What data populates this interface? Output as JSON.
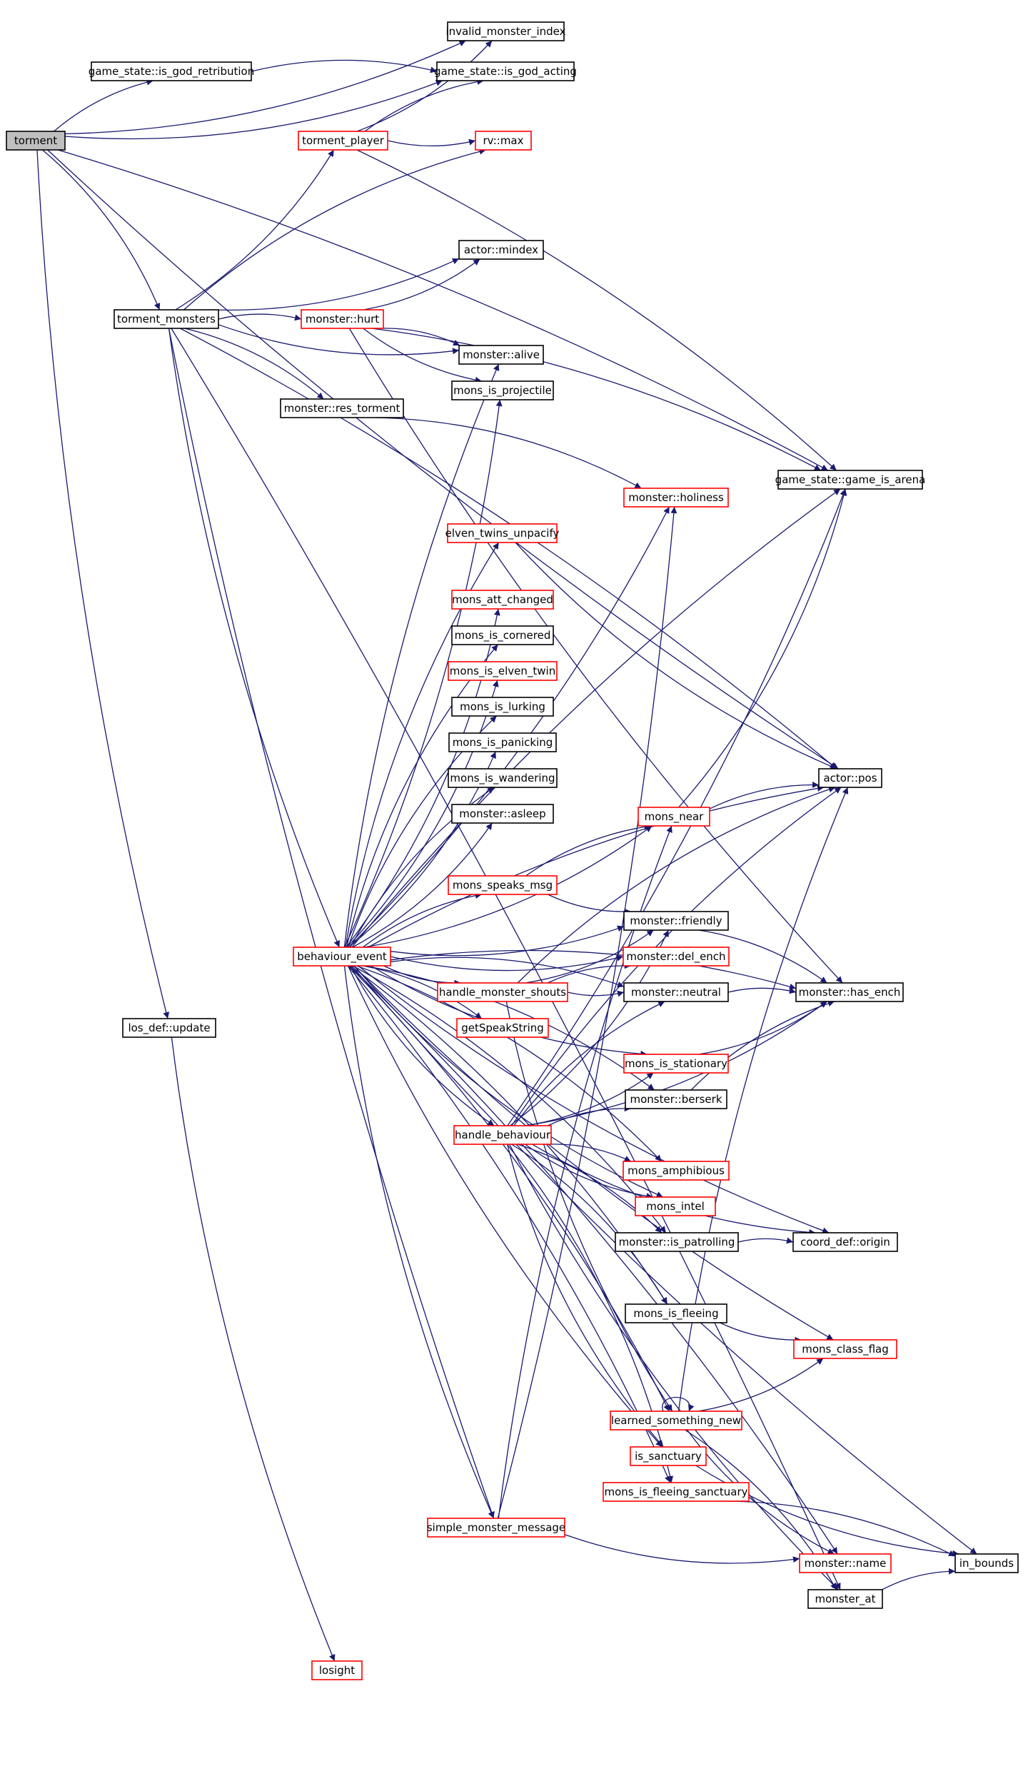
{
  "colors": {
    "edge": "#191970",
    "border_normal": "#000000",
    "border_link": "#ff0000",
    "fill_root": "#bfbfbf",
    "fill_node": "#ffffff"
  },
  "nodes": [
    {
      "id": "torment",
      "label": "torment",
      "kind": "root"
    },
    {
      "id": "invalid_monster_index",
      "label": "invalid_monster_index",
      "kind": "normal"
    },
    {
      "id": "gs_is_god_retribution",
      "label": "game_state::is_god_retribution",
      "kind": "normal"
    },
    {
      "id": "gs_is_god_acting",
      "label": "game_state::is_god_acting",
      "kind": "normal"
    },
    {
      "id": "torment_player",
      "label": "torment_player",
      "kind": "link"
    },
    {
      "id": "rv_max",
      "label": "rv::max",
      "kind": "link"
    },
    {
      "id": "actor_mindex",
      "label": "actor::mindex",
      "kind": "normal"
    },
    {
      "id": "torment_monsters",
      "label": "torment_monsters",
      "kind": "normal"
    },
    {
      "id": "monster_hurt",
      "label": "monster::hurt",
      "kind": "link"
    },
    {
      "id": "monster_alive",
      "label": "monster::alive",
      "kind": "normal"
    },
    {
      "id": "mons_is_projectile",
      "label": "mons_is_projectile",
      "kind": "normal"
    },
    {
      "id": "monster_res_torment",
      "label": "monster::res_torment",
      "kind": "normal"
    },
    {
      "id": "gs_game_is_arena",
      "label": "game_state::game_is_arena",
      "kind": "normal"
    },
    {
      "id": "monster_holiness",
      "label": "monster::holiness",
      "kind": "link"
    },
    {
      "id": "elven_twins_unpacify",
      "label": "elven_twins_unpacify",
      "kind": "link"
    },
    {
      "id": "mons_att_changed",
      "label": "mons_att_changed",
      "kind": "link"
    },
    {
      "id": "mons_is_cornered",
      "label": "mons_is_cornered",
      "kind": "normal"
    },
    {
      "id": "mons_is_elven_twin",
      "label": "mons_is_elven_twin",
      "kind": "link"
    },
    {
      "id": "mons_is_lurking",
      "label": "mons_is_lurking",
      "kind": "normal"
    },
    {
      "id": "mons_is_panicking",
      "label": "mons_is_panicking",
      "kind": "normal"
    },
    {
      "id": "mons_is_wandering",
      "label": "mons_is_wandering",
      "kind": "normal"
    },
    {
      "id": "actor_pos",
      "label": "actor::pos",
      "kind": "normal"
    },
    {
      "id": "monster_asleep",
      "label": "monster::asleep",
      "kind": "normal"
    },
    {
      "id": "mons_near",
      "label": "mons_near",
      "kind": "link"
    },
    {
      "id": "mons_speaks_msg",
      "label": "mons_speaks_msg",
      "kind": "link"
    },
    {
      "id": "monster_friendly",
      "label": "monster::friendly",
      "kind": "normal"
    },
    {
      "id": "behaviour_event",
      "label": "behaviour_event",
      "kind": "link"
    },
    {
      "id": "monster_del_ench",
      "label": "monster::del_ench",
      "kind": "link"
    },
    {
      "id": "handle_monster_shouts",
      "label": "handle_monster_shouts",
      "kind": "link"
    },
    {
      "id": "monster_neutral",
      "label": "monster::neutral",
      "kind": "normal"
    },
    {
      "id": "monster_has_ench",
      "label": "monster::has_ench",
      "kind": "normal"
    },
    {
      "id": "los_def_update",
      "label": "los_def::update",
      "kind": "normal"
    },
    {
      "id": "getSpeakString",
      "label": "getSpeakString",
      "kind": "link"
    },
    {
      "id": "mons_is_stationary",
      "label": "mons_is_stationary",
      "kind": "link"
    },
    {
      "id": "monster_berserk",
      "label": "monster::berserk",
      "kind": "normal"
    },
    {
      "id": "handle_behaviour",
      "label": "handle_behaviour",
      "kind": "link"
    },
    {
      "id": "mons_amphibious",
      "label": "mons_amphibious",
      "kind": "link"
    },
    {
      "id": "mons_intel",
      "label": "mons_intel",
      "kind": "link"
    },
    {
      "id": "monster_is_patrolling",
      "label": "monster::is_patrolling",
      "kind": "normal"
    },
    {
      "id": "coord_def_origin",
      "label": "coord_def::origin",
      "kind": "normal"
    },
    {
      "id": "mons_is_fleeing",
      "label": "mons_is_fleeing",
      "kind": "normal"
    },
    {
      "id": "mons_class_flag",
      "label": "mons_class_flag",
      "kind": "link"
    },
    {
      "id": "learned_something_new",
      "label": "learned_something_new",
      "kind": "link"
    },
    {
      "id": "is_sanctuary",
      "label": "is_sanctuary",
      "kind": "link"
    },
    {
      "id": "mons_is_fleeing_sanctuary",
      "label": "mons_is_fleeing_sanctuary",
      "kind": "link"
    },
    {
      "id": "simple_monster_message",
      "label": "simple_monster_message",
      "kind": "link"
    },
    {
      "id": "monster_name",
      "label": "monster::name",
      "kind": "link"
    },
    {
      "id": "in_bounds",
      "label": "in_bounds",
      "kind": "normal"
    },
    {
      "id": "monster_at",
      "label": "monster_at",
      "kind": "normal"
    },
    {
      "id": "losight",
      "label": "losight",
      "kind": "link"
    }
  ],
  "edges": [
    [
      "torment",
      "invalid_monster_index"
    ],
    [
      "torment",
      "gs_is_god_retribution"
    ],
    [
      "torment",
      "gs_is_god_acting"
    ],
    [
      "torment",
      "gs_game_is_arena"
    ],
    [
      "torment",
      "actor_pos"
    ],
    [
      "torment",
      "torment_monsters"
    ],
    [
      "torment",
      "los_def_update"
    ],
    [
      "gs_is_god_retribution",
      "gs_is_god_acting"
    ],
    [
      "torment_player",
      "invalid_monster_index"
    ],
    [
      "torment_player",
      "gs_is_god_acting"
    ],
    [
      "torment_player",
      "rv_max"
    ],
    [
      "torment_player",
      "gs_game_is_arena"
    ],
    [
      "torment_monsters",
      "torment_player"
    ],
    [
      "torment_monsters",
      "rv_max"
    ],
    [
      "torment_monsters",
      "actor_mindex"
    ],
    [
      "torment_monsters",
      "monster_hurt"
    ],
    [
      "torment_monsters",
      "monster_alive"
    ],
    [
      "torment_monsters",
      "monster_res_torment"
    ],
    [
      "torment_monsters",
      "behaviour_event"
    ],
    [
      "torment_monsters",
      "actor_pos"
    ],
    [
      "torment_monsters",
      "simple_monster_message"
    ],
    [
      "torment_monsters",
      "monster_at"
    ],
    [
      "monster_hurt",
      "actor_mindex"
    ],
    [
      "monster_hurt",
      "monster_alive"
    ],
    [
      "monster_hurt",
      "mons_is_projectile"
    ],
    [
      "monster_hurt",
      "gs_game_is_arena"
    ],
    [
      "monster_hurt",
      "monster_has_ench"
    ],
    [
      "monster_res_torment",
      "monster_holiness"
    ],
    [
      "elven_twins_unpacify",
      "actor_pos"
    ],
    [
      "behaviour_event",
      "monster_alive"
    ],
    [
      "behaviour_event",
      "mons_is_projectile"
    ],
    [
      "behaviour_event",
      "gs_game_is_arena"
    ],
    [
      "behaviour_event",
      "monster_holiness"
    ],
    [
      "behaviour_event",
      "elven_twins_unpacify"
    ],
    [
      "behaviour_event",
      "mons_att_changed"
    ],
    [
      "behaviour_event",
      "mons_is_cornered"
    ],
    [
      "behaviour_event",
      "mons_is_elven_twin"
    ],
    [
      "behaviour_event",
      "mons_is_lurking"
    ],
    [
      "behaviour_event",
      "mons_is_panicking"
    ],
    [
      "behaviour_event",
      "mons_is_wandering"
    ],
    [
      "behaviour_event",
      "monster_asleep"
    ],
    [
      "behaviour_event",
      "mons_speaks_msg"
    ],
    [
      "behaviour_event",
      "mons_near"
    ],
    [
      "behaviour_event",
      "actor_pos"
    ],
    [
      "behaviour_event",
      "monster_friendly"
    ],
    [
      "behaviour_event",
      "monster_has_ench"
    ],
    [
      "behaviour_event",
      "handle_monster_shouts"
    ],
    [
      "behaviour_event",
      "getSpeakString"
    ],
    [
      "behaviour_event",
      "monster_del_ench"
    ],
    [
      "behaviour_event",
      "monster_neutral"
    ],
    [
      "behaviour_event",
      "mons_is_stationary"
    ],
    [
      "behaviour_event",
      "monster_berserk"
    ],
    [
      "behaviour_event",
      "handle_behaviour"
    ],
    [
      "behaviour_event",
      "mons_amphibious"
    ],
    [
      "behaviour_event",
      "mons_intel"
    ],
    [
      "behaviour_event",
      "monster_is_patrolling"
    ],
    [
      "behaviour_event",
      "coord_def_origin"
    ],
    [
      "behaviour_event",
      "mons_is_fleeing"
    ],
    [
      "behaviour_event",
      "mons_class_flag"
    ],
    [
      "behaviour_event",
      "learned_something_new"
    ],
    [
      "behaviour_event",
      "is_sanctuary"
    ],
    [
      "behaviour_event",
      "mons_is_fleeing_sanctuary"
    ],
    [
      "behaviour_event",
      "simple_monster_message"
    ],
    [
      "behaviour_event",
      "monster_name"
    ],
    [
      "behaviour_event",
      "in_bounds"
    ],
    [
      "mons_near",
      "actor_pos"
    ],
    [
      "mons_near",
      "gs_game_is_arena"
    ],
    [
      "mons_speaks_msg",
      "mons_near"
    ],
    [
      "mons_speaks_msg",
      "monster_friendly"
    ],
    [
      "monster_friendly",
      "monster_has_ench"
    ],
    [
      "handle_monster_shouts",
      "monster_friendly"
    ],
    [
      "handle_monster_shouts",
      "monster_del_ench"
    ],
    [
      "handle_monster_shouts",
      "monster_neutral"
    ],
    [
      "handle_monster_shouts",
      "actor_pos"
    ],
    [
      "handle_monster_shouts",
      "learned_something_new"
    ],
    [
      "monster_neutral",
      "monster_has_ench"
    ],
    [
      "mons_is_stationary",
      "monster_has_ench"
    ],
    [
      "monster_berserk",
      "monster_has_ench"
    ],
    [
      "handle_behaviour",
      "monster_friendly"
    ],
    [
      "handle_behaviour",
      "monster_neutral"
    ],
    [
      "handle_behaviour",
      "mons_is_stationary"
    ],
    [
      "handle_behaviour",
      "monster_berserk"
    ],
    [
      "handle_behaviour",
      "monster_has_ench"
    ],
    [
      "handle_behaviour",
      "actor_pos"
    ],
    [
      "handle_behaviour",
      "gs_game_is_arena"
    ],
    [
      "handle_behaviour",
      "mons_amphibious"
    ],
    [
      "handle_behaviour",
      "mons_intel"
    ],
    [
      "handle_behaviour",
      "monster_is_patrolling"
    ],
    [
      "handle_behaviour",
      "coord_def_origin"
    ],
    [
      "handle_behaviour",
      "mons_is_fleeing"
    ],
    [
      "handle_behaviour",
      "is_sanctuary"
    ],
    [
      "handle_behaviour",
      "mons_is_fleeing_sanctuary"
    ],
    [
      "handle_behaviour",
      "monster_at"
    ],
    [
      "monster_is_patrolling",
      "coord_def_origin"
    ],
    [
      "mons_is_fleeing",
      "mons_class_flag"
    ],
    [
      "learned_something_new",
      "learned_something_new"
    ],
    [
      "learned_something_new",
      "mons_class_flag"
    ],
    [
      "learned_something_new",
      "actor_pos"
    ],
    [
      "learned_something_new",
      "monster_name"
    ],
    [
      "learned_something_new",
      "monster_at"
    ],
    [
      "is_sanctuary",
      "in_bounds"
    ],
    [
      "mons_is_fleeing_sanctuary",
      "in_bounds"
    ],
    [
      "simple_monster_message",
      "monster_holiness"
    ],
    [
      "simple_monster_message",
      "mons_near"
    ],
    [
      "simple_monster_message",
      "monster_name"
    ],
    [
      "monster_at",
      "in_bounds"
    ],
    [
      "los_def_update",
      "losight"
    ]
  ]
}
